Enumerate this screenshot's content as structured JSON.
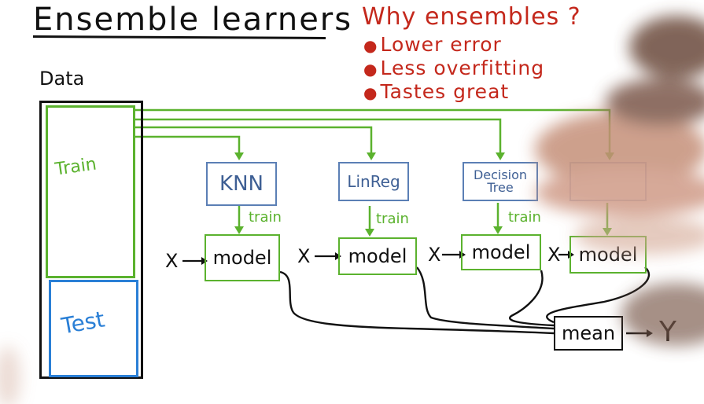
{
  "title": "Ensemble learners",
  "why": {
    "title": "Why ensembles ?",
    "items": [
      "Lower error",
      "Less overfitting",
      "Tastes great"
    ]
  },
  "data": {
    "label": "Data",
    "train_label": "Train",
    "test_label": "Test"
  },
  "learners": [
    {
      "name": "KNN",
      "train_tag": "train",
      "model": "model",
      "input": "X"
    },
    {
      "name": "LinReg",
      "train_tag": "train",
      "model": "model",
      "input": "X"
    },
    {
      "name": "Decision Tree",
      "train_tag": "train",
      "model": "model",
      "input": "X"
    },
    {
      "name": "",
      "train_tag": "",
      "model": "model",
      "input": "X"
    }
  ],
  "mean": {
    "label": "mean",
    "output": "Y"
  },
  "colors": {
    "green": "#5bb22e",
    "blue": "#2a7fd6",
    "learner_blue": "#5b7fb5",
    "red": "#c4281c",
    "ink": "#111111"
  }
}
